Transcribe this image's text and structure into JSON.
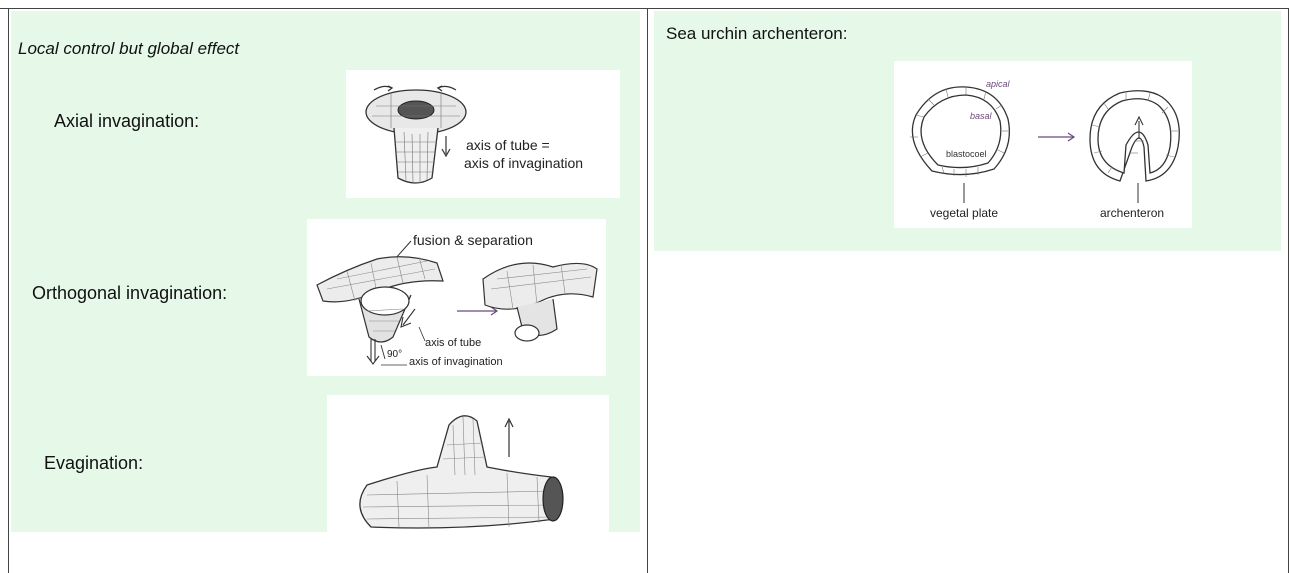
{
  "left": {
    "heading": "Local control but global effect",
    "rows": [
      {
        "label": "Axial invagination:"
      },
      {
        "label": "Orthogonal invagination:"
      },
      {
        "label": "Evagination:"
      }
    ],
    "axial_figure": {
      "note_line1": "axis of tube =",
      "note_line2": "axis of invagination"
    },
    "orthogonal_figure": {
      "top_label": "fusion & separation",
      "angle_label": "90°",
      "tube_axis_label": "axis of tube",
      "invagination_axis_label": "axis of invagination"
    }
  },
  "right": {
    "heading": "Sea urchin archenteron:",
    "figure": {
      "apical_label": "apical",
      "basal_label": "basal",
      "blastocoel_label": "blastocoel",
      "vegetal_plate_label": "vegetal plate",
      "archenteron_label": "archenteron"
    }
  }
}
